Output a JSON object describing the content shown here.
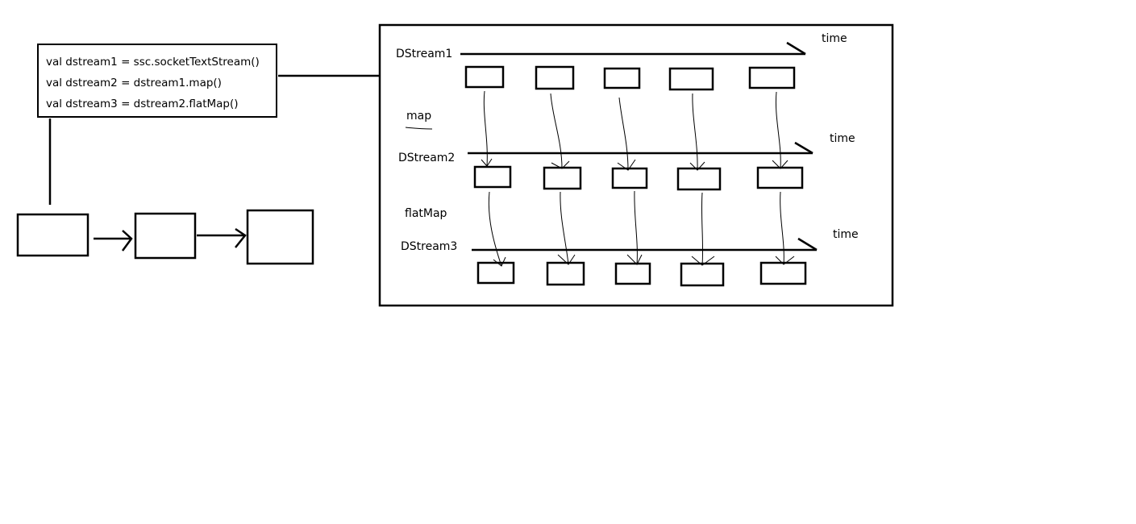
{
  "code": {
    "lines": [
      "val dstream1 = ssc.socketTextStream()",
      "val dstream2 = dstream1.map()",
      "val dstream3 = dstream2.flatMap()"
    ]
  },
  "streams": [
    {
      "label": "DStream1",
      "axis_label": "time"
    },
    {
      "label": "DStream2",
      "axis_label": "time"
    },
    {
      "label": "DStream3",
      "axis_label": "time"
    }
  ],
  "operations": [
    "map",
    "flatMap"
  ],
  "colors": {
    "stroke": "#000000",
    "background": "#ffffff"
  }
}
